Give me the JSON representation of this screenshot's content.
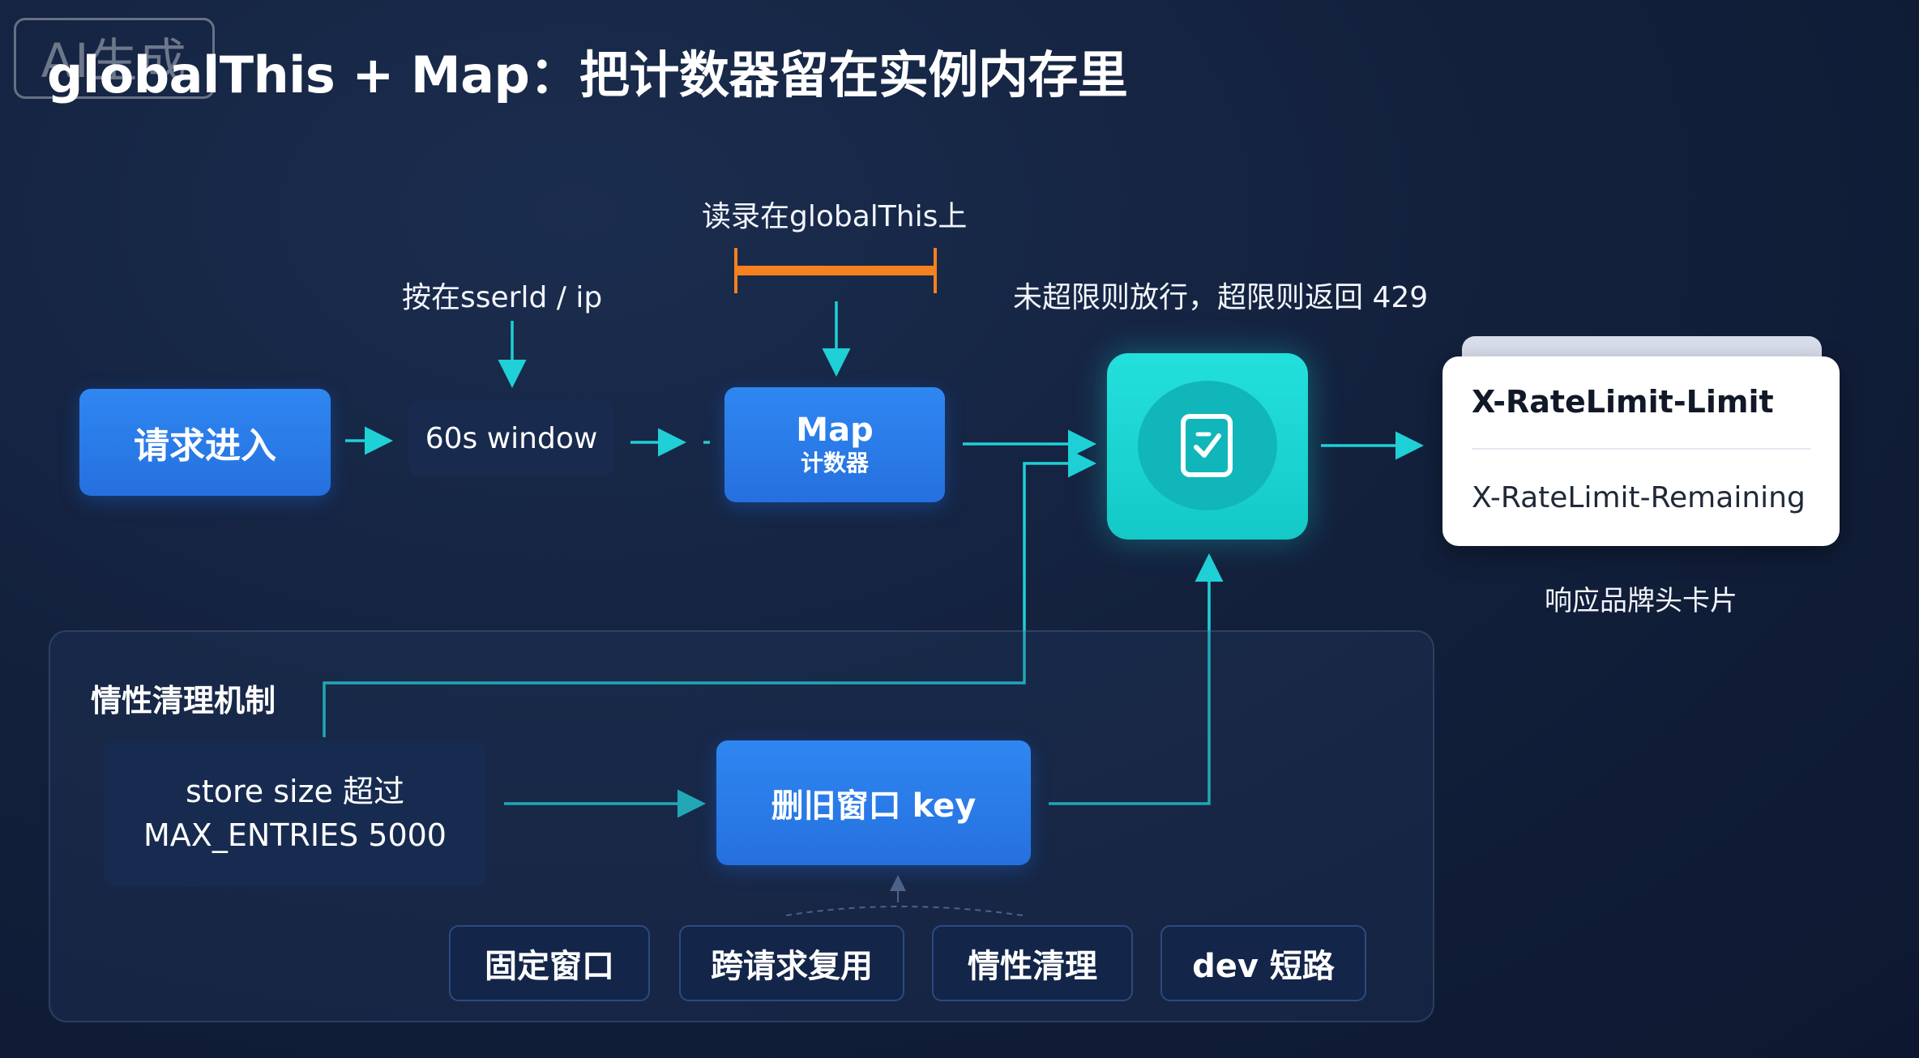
{
  "watermark": "AI生成",
  "title": "globalThis + Map：把计数器留在实例内存里",
  "labels": {
    "by_user": "按在sserld / ip",
    "record": "读录在globalThis上",
    "allow": "未超限则放行，超限则返回 429",
    "card_caption": "响应品牌头卡片",
    "lazy_title": "情性清理机制"
  },
  "nodes": {
    "request": "请求进入",
    "window": "60s window",
    "map_title": "Map",
    "map_sub": "计数器",
    "store_line1": "store size 超过",
    "store_line2": "MAX_ENTRIES 5000",
    "delete_key": "删旧窗口 key"
  },
  "card": {
    "line1": "X-RateLimit-Limit",
    "line2": "X-RateLimit-Remaining"
  },
  "chips": [
    "固定窗口",
    "跨请求复用",
    "情性清理",
    "dev 短路"
  ],
  "colors": {
    "accent_blue": "#2f87f2",
    "teal": "#1fd6d6",
    "orange": "#f5811f",
    "arrow": "#1fd0d6",
    "background": "#13213d"
  },
  "icons": {
    "check_doc": "document-check-icon"
  }
}
